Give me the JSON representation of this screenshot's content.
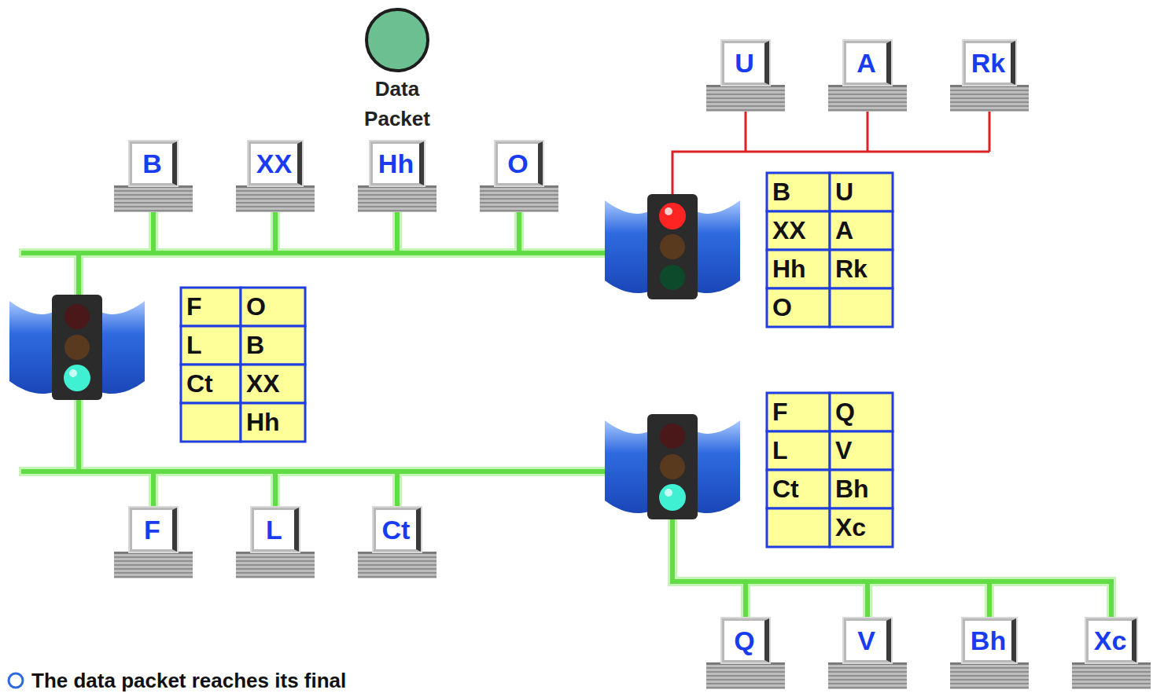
{
  "diagram": {
    "nodes": [
      {
        "text": [
          "Data Packet"
        ]
      },
      {
        "text": [
          "U"
        ]
      },
      {
        "text": [
          "A"
        ]
      },
      {
        "text": [
          "Rk"
        ]
      },
      {
        "text": [
          "B"
        ]
      },
      {
        "text": [
          "XX"
        ]
      },
      {
        "text": [
          "Hh"
        ]
      },
      {
        "text": [
          "O"
        ]
      },
      {
        "text": [
          "F"
        ]
      },
      {
        "text": [
          "L"
        ]
      },
      {
        "text": [
          "Ct"
        ]
      },
      {
        "text": [
          "Q"
        ]
      },
      {
        "text": [
          "V"
        ]
      },
      {
        "text": [
          "Bh"
        ]
      },
      {
        "text": [
          "Xc"
        ]
      }
    ],
    "labels": [
      "F",
      "O",
      "L",
      "B",
      "Ct",
      "XX",
      "Hh",
      "B",
      "U",
      "XX",
      "A",
      "Hh",
      "Rk",
      "O",
      "F",
      "Q",
      "L",
      "V",
      "Ct",
      "Bh",
      "Xc",
      "The data packet reaches its final"
    ]
  }
}
